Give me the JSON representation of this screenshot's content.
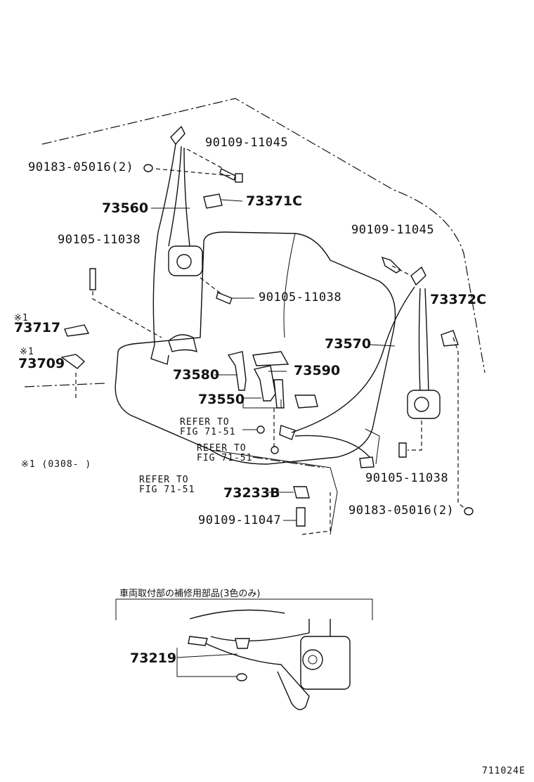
{
  "diagram": {
    "labels": {
      "p90109_11045_a": "90109-11045",
      "p90183_05016_a": "90183-05016(2)",
      "p73560": "73560",
      "p73371c": "73371C",
      "p90105_11038_a": "90105-11038",
      "p90109_11045_b": "90109-11045",
      "p90105_11038_b": "90105-11038",
      "p73372c": "73372C",
      "note1_a": "※1",
      "p73717": "73717",
      "note1_b": "※1",
      "p73709": "73709",
      "p73570": "73570",
      "p73580": "73580",
      "p73590": "73590",
      "p73550": "73550",
      "refer1_a": "REFER TO",
      "refer1_b": "FIG 71-51",
      "refer2_a": "REFER TO",
      "refer2_b": "FIG 71-51",
      "refer3_a": "REFER TO",
      "refer3_b": "FIG 71-51",
      "note_range": "※1 (0308-        )",
      "p73233b": "73233B",
      "p90109_11047": "90109-11047",
      "p90105_11038_c": "90105-11038",
      "p90183_05016_b": "90183-05016(2)",
      "inset_title": "車両取付部の補修用部品(3色のみ)",
      "p73219": "73219",
      "figure_id": "711024E"
    }
  }
}
